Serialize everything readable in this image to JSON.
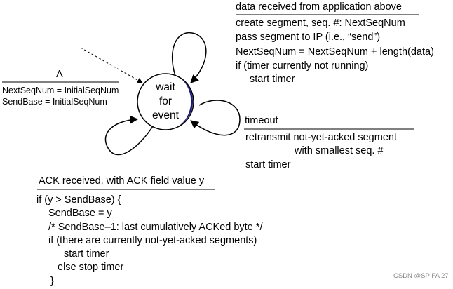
{
  "state": {
    "lines": [
      "wait",
      "for",
      "event"
    ]
  },
  "init_transition": {
    "condition": "Λ",
    "actions": [
      "NextSeqNum = InitialSeqNum",
      "SendBase = InitialSeqNum"
    ]
  },
  "data_transition": {
    "event": "data received from application above",
    "actions": [
      "create segment, seq. #: NextSeqNum",
      "pass segment to IP (i.e., “send”)",
      "NextSeqNum = NextSeqNum + length(data)",
      "if (timer currently not running)",
      "start timer"
    ]
  },
  "timeout_transition": {
    "event": "timeout",
    "actions": [
      "retransmit not-yet-acked segment",
      "with smallest seq. #",
      "start timer"
    ]
  },
  "ack_transition": {
    "event": "ACK received, with ACK field value y",
    "actions": [
      "if (y > SendBase) {",
      "SendBase = y",
      "/* SendBase–1: last cumulatively ACKed byte */",
      "if (there are currently not-yet-acked segments)",
      "start timer",
      "else stop timer",
      "}"
    ]
  },
  "watermark": {
    "text": "CSDN @SP FA",
    "page": "27"
  },
  "colors": {
    "state_arc": "#1a1a80",
    "line": "#000000",
    "watermark": "#8a8a8a"
  }
}
